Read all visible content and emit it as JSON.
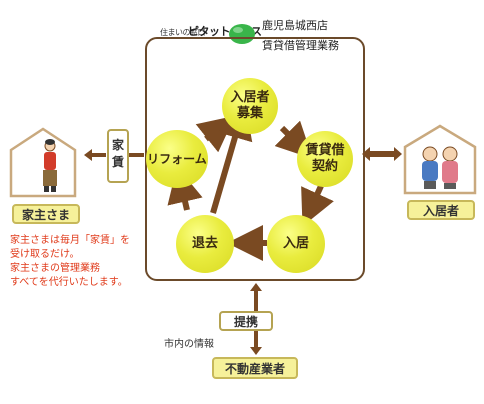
{
  "logo": {
    "small_text": "住まいの窓口",
    "brand_text": "ピタットハウス",
    "store_name": "鹿児島城西店",
    "department": "賃貸借管理業務"
  },
  "cycle": {
    "nodes": [
      {
        "id": "tenant-recruitment",
        "lines": [
          "入居者",
          "募集"
        ]
      },
      {
        "id": "lease-contract",
        "lines": [
          "賃貸借",
          "契約"
        ]
      },
      {
        "id": "move-in",
        "lines": [
          "入居"
        ]
      },
      {
        "id": "move-out",
        "lines": [
          "退去"
        ]
      },
      {
        "id": "reform",
        "lines": [
          "リフォーム"
        ]
      }
    ]
  },
  "left_party": {
    "label": "家主さま",
    "rent_label_lines": [
      "家",
      "賃"
    ]
  },
  "right_party": {
    "label": "入居者"
  },
  "bottom": {
    "partnership_label": "提携",
    "info_text": "市内の情報",
    "agent_label": "不動産業者"
  },
  "note": {
    "lines": [
      "家主さまは毎月「家賃」を",
      "受け取るだけ。",
      "家主さまの管理業務",
      "すべてを代行いたします。"
    ]
  },
  "colors": {
    "frame": "#6b4a2a",
    "arrow": "#7a4a22",
    "circle_fill": "#e9ec3e",
    "label_fill": "#f6f19a",
    "note_text": "#e03a1a"
  }
}
